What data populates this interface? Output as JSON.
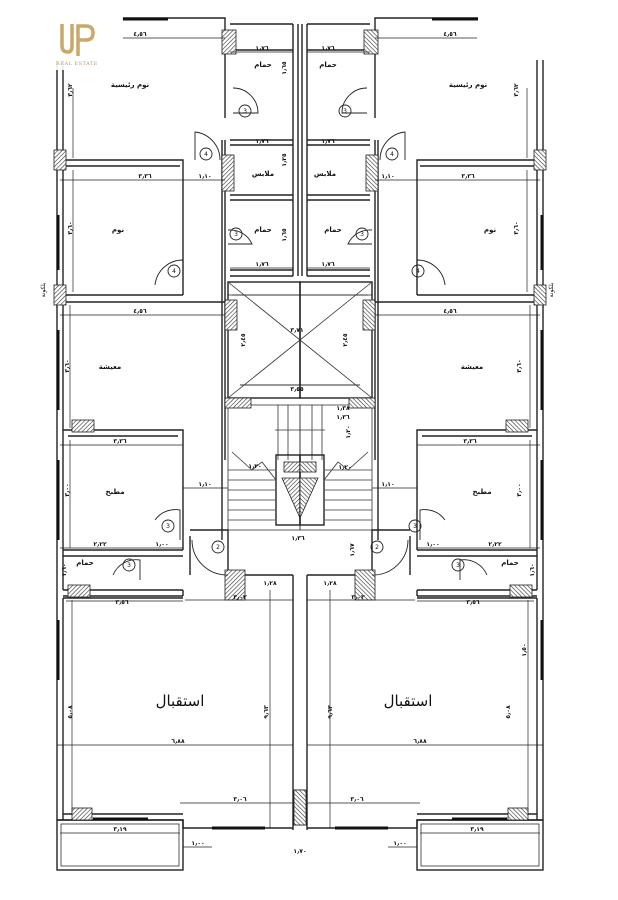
{
  "logo": {
    "mark": "UP",
    "subtitle": "REAL ESTATE",
    "color": "#c9a86a"
  },
  "rooms": {
    "master_bedroom": "نوم رئيسية",
    "bedroom": "نوم",
    "bathroom": "حمام",
    "dressing": "ملابس",
    "living": "معيشة",
    "kitchen": "مطبخ",
    "reception": "استقبال",
    "balcony": "بلكونة"
  },
  "door_tags": {
    "d2": "2",
    "d3": "3",
    "d4": "4"
  },
  "dimensions": {
    "master_w": "٤٫٥٦",
    "master_h": "٣٫٦٢",
    "bedroom_w": "٣٫٣٦",
    "bedroom_h": "٣٫٦٠",
    "corridor": "١٫١٠",
    "bath_w": "١٫٧٦",
    "bath_h": "١٫٦٥",
    "dressing_h": "١٫٢٥",
    "living_w": "٤٫٥٦",
    "living_h": "٣٫٦٠",
    "shaft_w": "٣٫٧١",
    "shaft_w2": "٣٫٥٥",
    "shaft_h": "٢٫٤٥",
    "kitchen_w": "٣٫٣٦",
    "kitchen_h": "٣٫٠٠",
    "kitchen_door": "١٫١٠",
    "bath2_w": "٢٫٢٢",
    "bath2_d": "١٫٠٠",
    "bath2_h": "١٫٦٠",
    "stair_a": "١٫٣٨",
    "stair_b": "١٫٣٦",
    "stair_c": "١٫٢٠",
    "lobby_w": "١٫٣٦",
    "lobby_h": "١٫٦٧",
    "entry_a": "١٫٢٨",
    "entry_b": "٣٫٠٣",
    "reception_w1": "٣٫٥٦",
    "reception_w": "٦٫٨٨",
    "reception_h": "٩٫٦٣",
    "reception_side": "٥٫٠٨",
    "reception_win": "٣٫٠٦",
    "reception_r": "١٫٥٠",
    "balcony_w": "٣٫١٩",
    "balcony_d": "١٫٠٠",
    "front_w": "١٫٧٠"
  }
}
